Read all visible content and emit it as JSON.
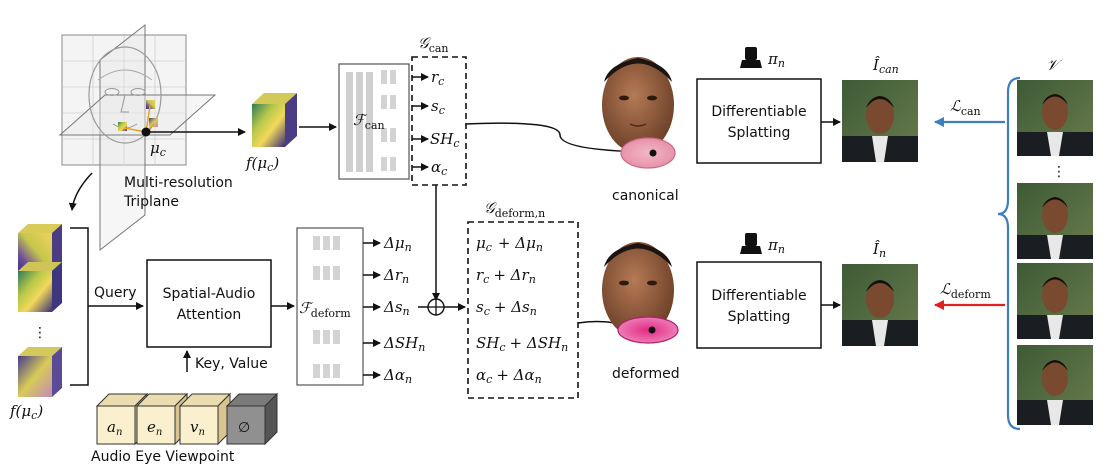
{
  "triplane": {
    "label_line1": "Multi-resolution",
    "label_line2": "Triplane",
    "mu": "μ",
    "mu_sub": "c"
  },
  "features": {
    "f_mu": "f(μ",
    "f_sub": "c",
    "f_close": ")"
  },
  "canonical_net": {
    "g_title": "𝒢",
    "g_sub": "can",
    "f_title": "ℱ",
    "f_sub": "can",
    "outputs": [
      {
        "base": "r",
        "sub": "c"
      },
      {
        "base": "s",
        "sub": "c"
      },
      {
        "base": "SH",
        "sub": "c"
      },
      {
        "base": "α",
        "sub": "c"
      }
    ]
  },
  "deform_net": {
    "g_title": "𝒢",
    "g_sub": "deform,n",
    "f_title": "ℱ",
    "f_sub": "deform",
    "outputs": [
      {
        "base": "Δμ",
        "sub": "n"
      },
      {
        "base": "Δr",
        "sub": "n"
      },
      {
        "base": "Δs",
        "sub": "n"
      },
      {
        "base": "ΔSH",
        "sub": "n"
      },
      {
        "base": "Δα",
        "sub": "n"
      }
    ],
    "params": [
      {
        "a": "μ",
        "a_sub": "c",
        "b": "+ Δμ",
        "b_sub": "n"
      },
      {
        "a": "r",
        "a_sub": "c",
        "b": "+ Δr",
        "b_sub": "n"
      },
      {
        "a": "s",
        "a_sub": "c",
        "b": "+ Δs",
        "b_sub": "n"
      },
      {
        "a": "SH",
        "a_sub": "c",
        "b": "+ ΔSH",
        "b_sub": "n"
      },
      {
        "a": "α",
        "a_sub": "c",
        "b": "+ Δα",
        "b_sub": "n"
      }
    ]
  },
  "attention": {
    "line1": "Spatial-Audio",
    "line2": "Attention",
    "query": "Query",
    "key_value": "Key, Value"
  },
  "conditions": {
    "cubes": [
      {
        "base": "a",
        "sub": "n"
      },
      {
        "base": "e",
        "sub": "n"
      },
      {
        "base": "v",
        "sub": "n"
      },
      {
        "base": "∅",
        "sub": ""
      }
    ],
    "labels": "Audio Eye Viewpoint"
  },
  "splatting": {
    "line1": "Differentiable",
    "line2": "Splatting",
    "pi": "π",
    "pi_sub": "n"
  },
  "faces": {
    "canonical": "canonical",
    "deformed": "deformed"
  },
  "outputs": {
    "i_can": "Î",
    "i_can_sub": "can",
    "i_n": "Î",
    "i_n_sub": "n"
  },
  "losses": {
    "l_can": "ℒ",
    "l_can_sub": "can",
    "l_deform": "ℒ",
    "l_deform_sub": "deform",
    "video": "𝒱",
    "colors": {
      "can": "#3d7fc1",
      "deform": "#e02020"
    }
  },
  "ellipsis": "⋮"
}
